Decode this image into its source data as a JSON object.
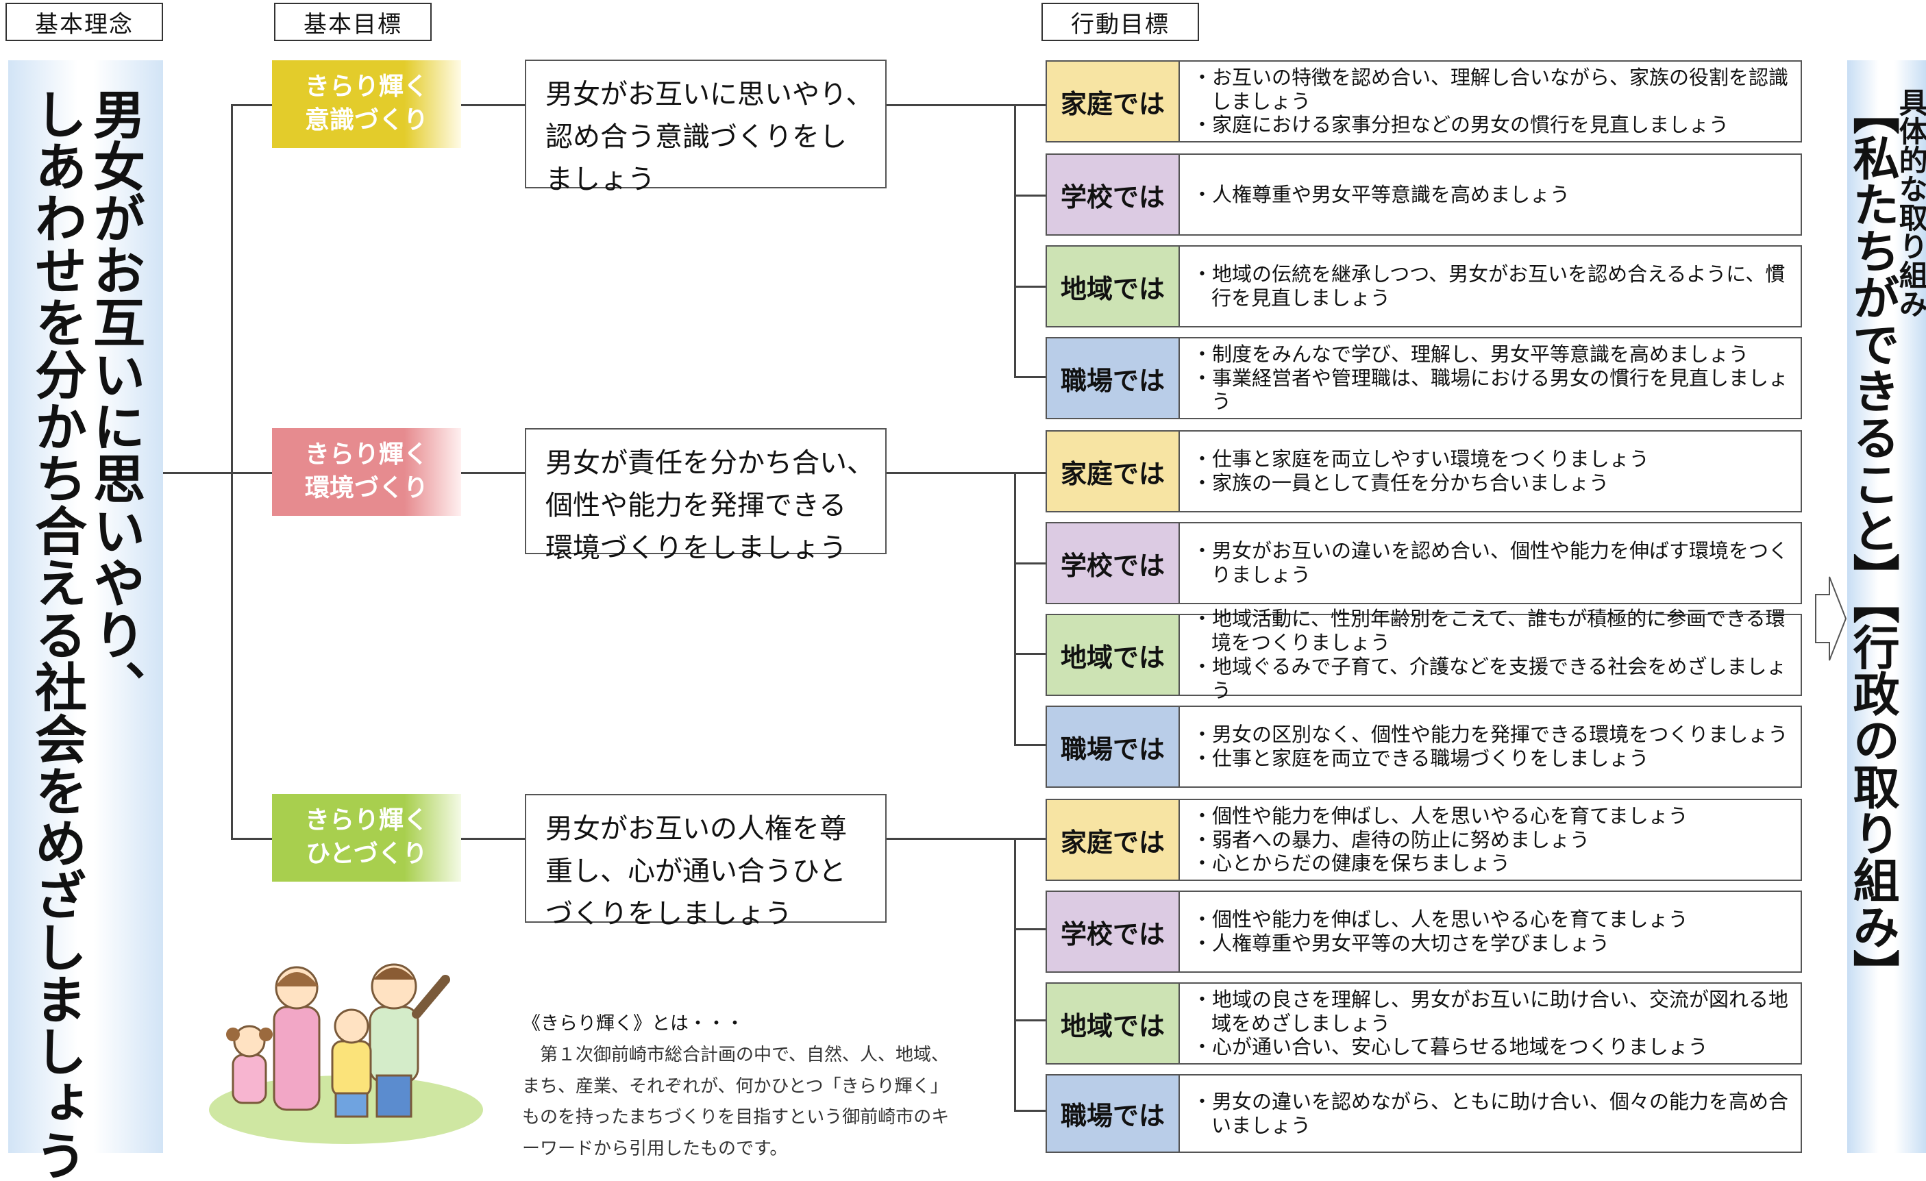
{
  "headers": {
    "philosophy": "基本理念",
    "basic_goals": "基本目標",
    "action_goals": "行動目標"
  },
  "philosophy_text": "男女がお互いに思いやり、\nしあわせを分かち合える社会をめざしましょう",
  "goals": [
    {
      "badge": "きらり輝く\n意識づくり",
      "text": "男女がお互いに思いやり、\n認め合う意識づくりをし\nましょう"
    },
    {
      "badge": "きらり輝く\n環境づくり",
      "text": "男女が責任を分かち合い、\n個性や能力を発揮できる\n環境づくりをしましょう"
    },
    {
      "badge": "きらり輝く\nひとづくり",
      "text": "男女がお互いの人権を尊\n重し、心が通い合うひと\nづくりをしましょう"
    }
  ],
  "actions": [
    {
      "label": "家庭では",
      "items": [
        "お互いの特徴を認め合い、理解し合いながら、家族の役割を認識しましょう",
        "家庭における家事分担などの男女の慣行を見直しましょう"
      ]
    },
    {
      "label": "学校では",
      "items": [
        "人権尊重や男女平等意識を高めましょう"
      ]
    },
    {
      "label": "地域では",
      "items": [
        "地域の伝統を継承しつつ、男女がお互いを認め合えるように、慣行を見直しましょう"
      ]
    },
    {
      "label": "職場では",
      "items": [
        "制度をみんなで学び、理解し、男女平等意識を高めましょう",
        "事業経営者や管理職は、職場における男女の慣行を見直しましょう"
      ]
    },
    {
      "label": "家庭では",
      "items": [
        "仕事と家庭を両立しやすい環境をつくりましょう",
        "家族の一員として責任を分かち合いましょう"
      ]
    },
    {
      "label": "学校では",
      "items": [
        "男女がお互いの違いを認め合い、個性や能力を伸ばす環境をつくりましょう"
      ]
    },
    {
      "label": "地域では",
      "items": [
        "地域活動に、性別年齢別をこえて、誰もが積極的に参画できる環境をつくりましょう",
        "地域ぐるみで子育て、介護などを支援できる社会をめざしましょう"
      ]
    },
    {
      "label": "職場では",
      "items": [
        "男女の区別なく、個性や能力を発揮できる環境をつくりましょう",
        "仕事と家庭を両立できる職場づくりをしましょう"
      ]
    },
    {
      "label": "家庭では",
      "items": [
        "個性や能力を伸ばし、人を思いやる心を育てましょう",
        "弱者への暴力、虐待の防止に努めましょう",
        "心とからだの健康を保ちましょう"
      ]
    },
    {
      "label": "学校では",
      "items": [
        "個性や能力を伸ばし、人を思いやる心を育てましょう",
        "人権尊重や男女平等の大切さを学びましょう"
      ]
    },
    {
      "label": "地域では",
      "items": [
        "地域の良さを理解し、男女がお互いに助け合い、交流が図れる地域をめざしましょう",
        "心が通い合い、安心して暮らせる地域をつくりましょう"
      ]
    },
    {
      "label": "職場では",
      "items": [
        "男女の違いを認めながら、ともに助け合い、個々の能力を高め合いましょう"
      ]
    }
  ],
  "right_small": "具体的な取り組み",
  "right_big": "【私たちができること】【行政の取り組み】",
  "kirari_note": {
    "title": "《きらり輝く》とは・・・",
    "body": "第１次御前崎市総合計画の中で、自然、人、地域、まち、産業、それぞれが、何かひとつ「きらり輝く」ものを持ったまちづくりを目指すという御前崎市のキーワードから引用したものです。"
  }
}
